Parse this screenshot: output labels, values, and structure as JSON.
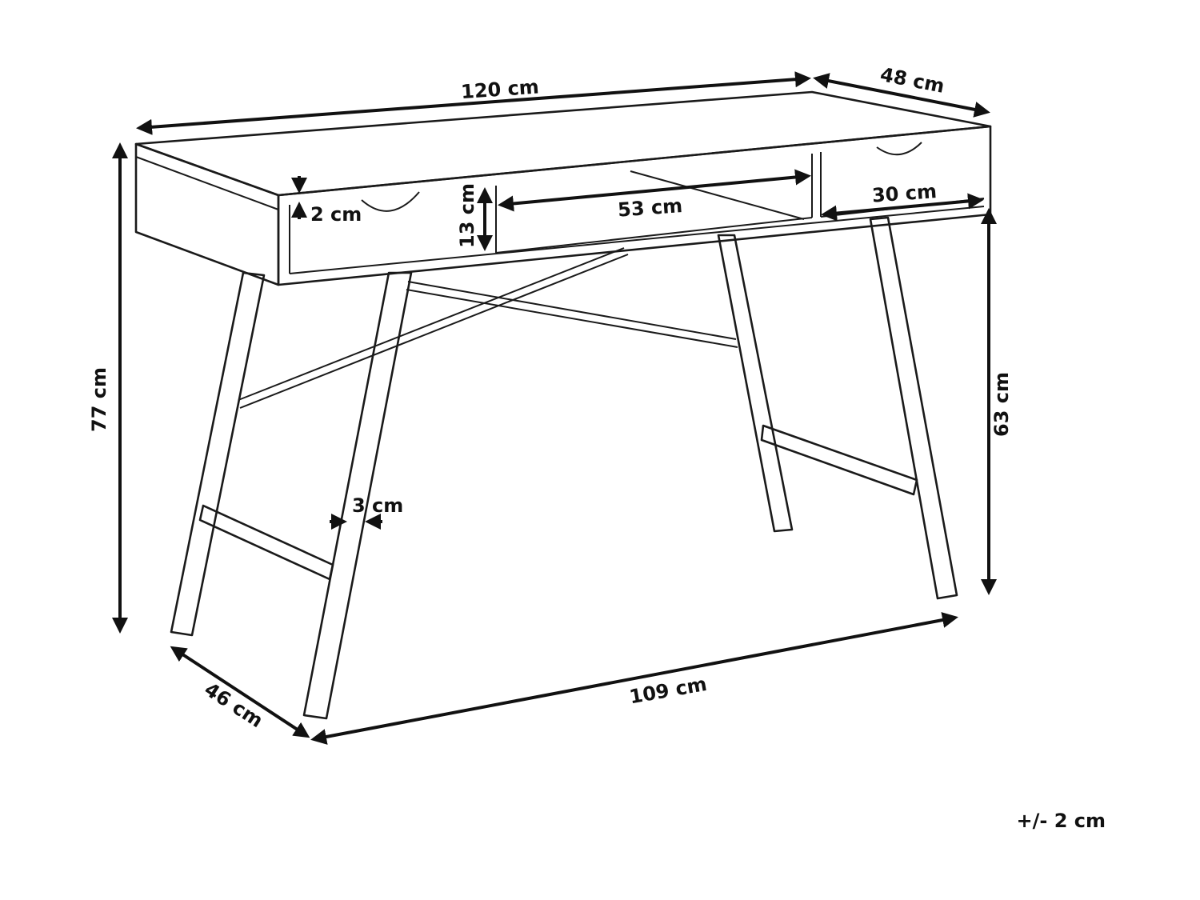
{
  "dimensions": {
    "width_top": "120 cm",
    "depth_top": "48 cm",
    "height_total": "77 cm",
    "height_under_drawer": "63 cm",
    "drawer_height": "13 cm",
    "shelf_width": "53 cm",
    "drawer_width": "30 cm",
    "top_thickness": "2 cm",
    "leg_width": "3 cm",
    "leg_span_width": "109 cm",
    "leg_span_depth": "46 cm"
  },
  "tolerance": "+/- 2 cm",
  "colors": {
    "line": "#1a1a1a",
    "background": "#ffffff"
  }
}
